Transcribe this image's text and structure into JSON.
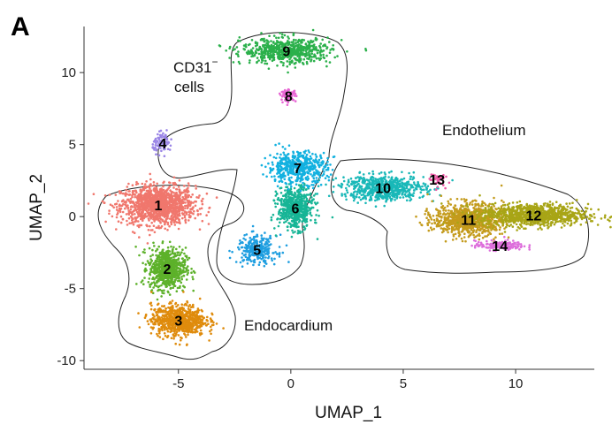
{
  "chart_data": {
    "type": "scatter",
    "panel_label": "A",
    "xlabel": "UMAP_1",
    "ylabel": "UMAP_2",
    "xlim": [
      -9.2,
      13.5
    ],
    "ylim": [
      -10.6,
      13.2
    ],
    "x_ticks": [
      -5,
      0,
      5,
      10
    ],
    "y_ticks": [
      -10,
      -5,
      0,
      5,
      10
    ],
    "grid": false,
    "legend": "none",
    "region_labels": [
      {
        "id": "cd31",
        "text": "CD31",
        "superscript": "−",
        "text2": "cells"
      },
      {
        "id": "endothelium",
        "text": "Endothelium"
      },
      {
        "id": "endocardium",
        "text": "Endocardium"
      }
    ],
    "clusters": [
      {
        "id": "1",
        "label": "1",
        "color": "#F0776D",
        "n": 1300,
        "spread": [
          1.5,
          1.2
        ],
        "center": [
          -5.9,
          0.8
        ]
      },
      {
        "id": "2",
        "label": "2",
        "color": "#5DB12A",
        "n": 700,
        "spread": [
          0.75,
          1.3
        ],
        "center": [
          -5.5,
          -3.6
        ]
      },
      {
        "id": "3",
        "label": "3",
        "color": "#DF8B0C",
        "n": 750,
        "spread": [
          1.1,
          1.0
        ],
        "center": [
          -5.0,
          -7.2
        ]
      },
      {
        "id": "4",
        "label": "4",
        "color": "#9A85E6",
        "n": 90,
        "spread": [
          0.4,
          0.6
        ],
        "center": [
          -5.7,
          5.1
        ]
      },
      {
        "id": "5",
        "label": "5",
        "color": "#1E9EE0",
        "n": 260,
        "spread": [
          0.8,
          0.9
        ],
        "center": [
          -1.5,
          -2.3
        ]
      },
      {
        "id": "6",
        "label": "6",
        "color": "#17B596",
        "n": 600,
        "spread": [
          0.7,
          1.3
        ],
        "center": [
          0.2,
          0.6
        ]
      },
      {
        "id": "7",
        "label": "7",
        "color": "#12B1E0",
        "n": 500,
        "spread": [
          1.2,
          1.0
        ],
        "center": [
          0.3,
          3.4
        ]
      },
      {
        "id": "8",
        "label": "8",
        "color": "#E766D4",
        "n": 90,
        "spread": [
          0.3,
          0.35
        ],
        "center": [
          -0.1,
          8.4
        ]
      },
      {
        "id": "9",
        "label": "9",
        "color": "#2BB04B",
        "n": 650,
        "spread": [
          1.8,
          0.8
        ],
        "center": [
          -0.2,
          11.5
        ]
      },
      {
        "id": "10",
        "label": "10",
        "color": "#19B8B8",
        "n": 650,
        "spread": [
          1.7,
          0.8
        ],
        "center": [
          4.1,
          2.0
        ]
      },
      {
        "id": "11",
        "label": "11",
        "color": "#C49B1C",
        "n": 850,
        "spread": [
          1.4,
          1.0
        ],
        "center": [
          7.9,
          -0.2
        ]
      },
      {
        "id": "12",
        "label": "12",
        "color": "#A8A516",
        "n": 950,
        "spread": [
          2.2,
          0.7
        ],
        "center": [
          10.8,
          0.1
        ]
      },
      {
        "id": "13",
        "label": "13",
        "color": "#EC5BA6",
        "n": 45,
        "spread": [
          0.3,
          0.45
        ],
        "center": [
          6.5,
          2.6
        ]
      },
      {
        "id": "14",
        "label": "14",
        "color": "#DD6EDB",
        "n": 160,
        "spread": [
          1.0,
          0.3
        ],
        "center": [
          9.3,
          -2.0
        ]
      }
    ]
  }
}
